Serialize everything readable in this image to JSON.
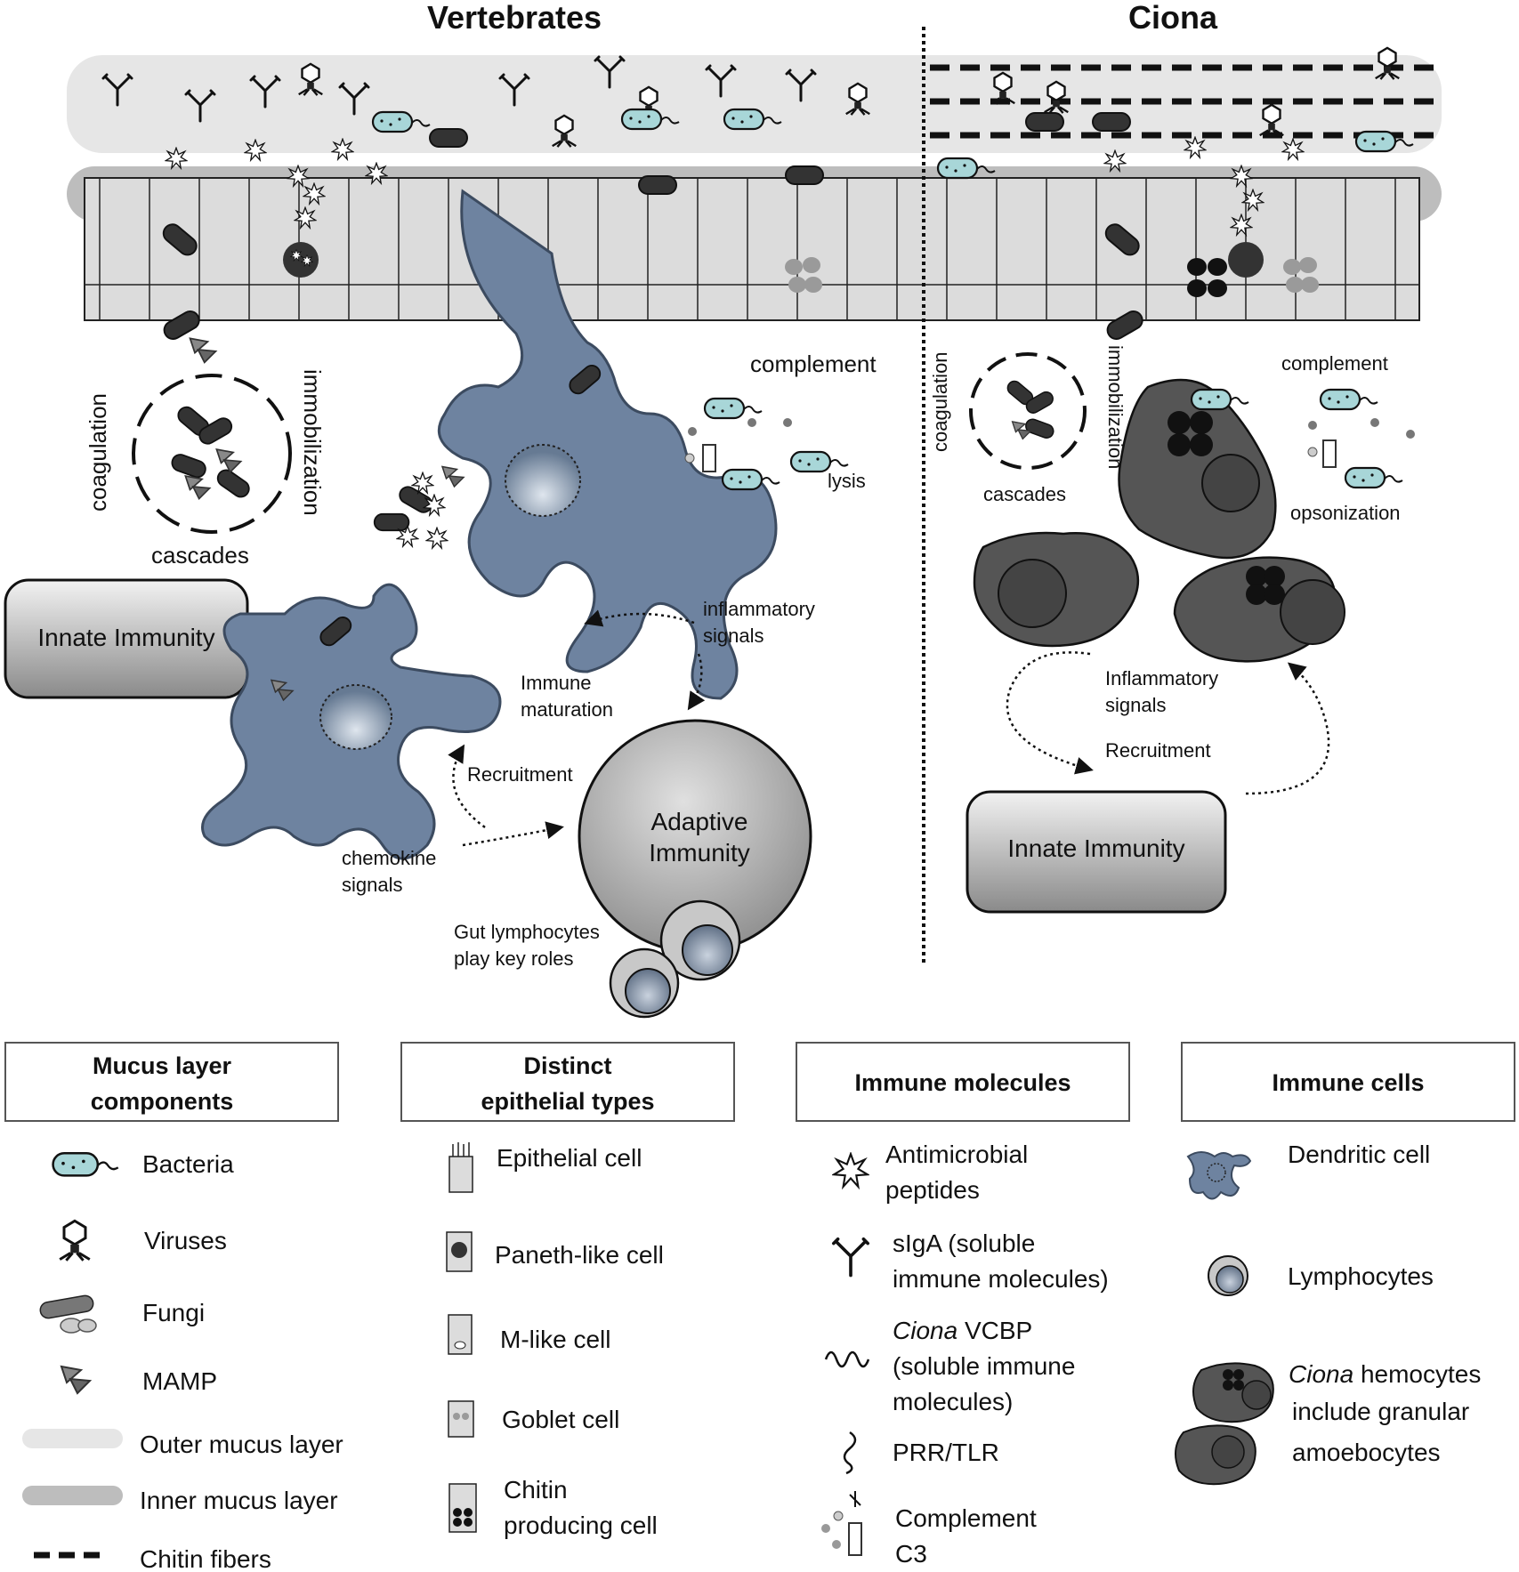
{
  "headers": {
    "vertebrates": "Vertebrates",
    "ciona": "Ciona"
  },
  "vertebrates": {
    "coagulation": "coagulation",
    "immobilization": "immobilization",
    "cascades": "cascades",
    "innate_immunity": "Innate Immunity",
    "complement": "complement",
    "lysis": "lysis",
    "inflammatory_1": "inflammatory",
    "inflammatory_2": "signals",
    "maturation_1": "Immune",
    "maturation_2": "maturation",
    "recruitment": "Recruitment",
    "chemokine_1": "chemokine",
    "chemokine_2": "signals",
    "adaptive_1": "Adaptive",
    "adaptive_2": "Immunity",
    "gut_lymph_1": "Gut lymphocytes",
    "gut_lymph_2": "play key roles"
  },
  "ciona": {
    "coagulation": "coagulation",
    "immobilization": "immobilization",
    "cascades": "cascades",
    "complement": "complement",
    "opsonization": "opsonization",
    "inflammatory_1": "Inflammatory",
    "inflammatory_2": "signals",
    "recruitment": "Recruitment",
    "innate_immunity": "Innate Immunity"
  },
  "legend": {
    "mucus": {
      "title_1": "Mucus layer",
      "title_2": "components",
      "items": [
        "Bacteria",
        "Viruses",
        "Fungi",
        "MAMP",
        "Outer mucus layer",
        "Inner mucus layer",
        "Chitin fibers"
      ]
    },
    "epithelial": {
      "title_1": "Distinct",
      "title_2": "epithelial types",
      "items": [
        "Epithelial cell",
        "Paneth-like cell",
        "M-like cell",
        "Goblet cell",
        "Chitin",
        "producing cell"
      ]
    },
    "molecules": {
      "title": "Immune molecules",
      "vcbp_italic": "Ciona",
      "vcbp_rest": "VCBP",
      "items": [
        "Antimicrobial",
        "peptides",
        "sIgA (soluble",
        "immune molecules)",
        "(soluble immune",
        "molecules)",
        "PRR/TLR",
        "Complement",
        "C3"
      ]
    },
    "cells": {
      "title": "Immune cells",
      "hemocyte_italic": "Ciona",
      "hemocyte_rest": "hemocytes",
      "items": [
        "Dendritic cell",
        "Lymphocytes",
        "include granular",
        "amoebocytes"
      ]
    }
  }
}
